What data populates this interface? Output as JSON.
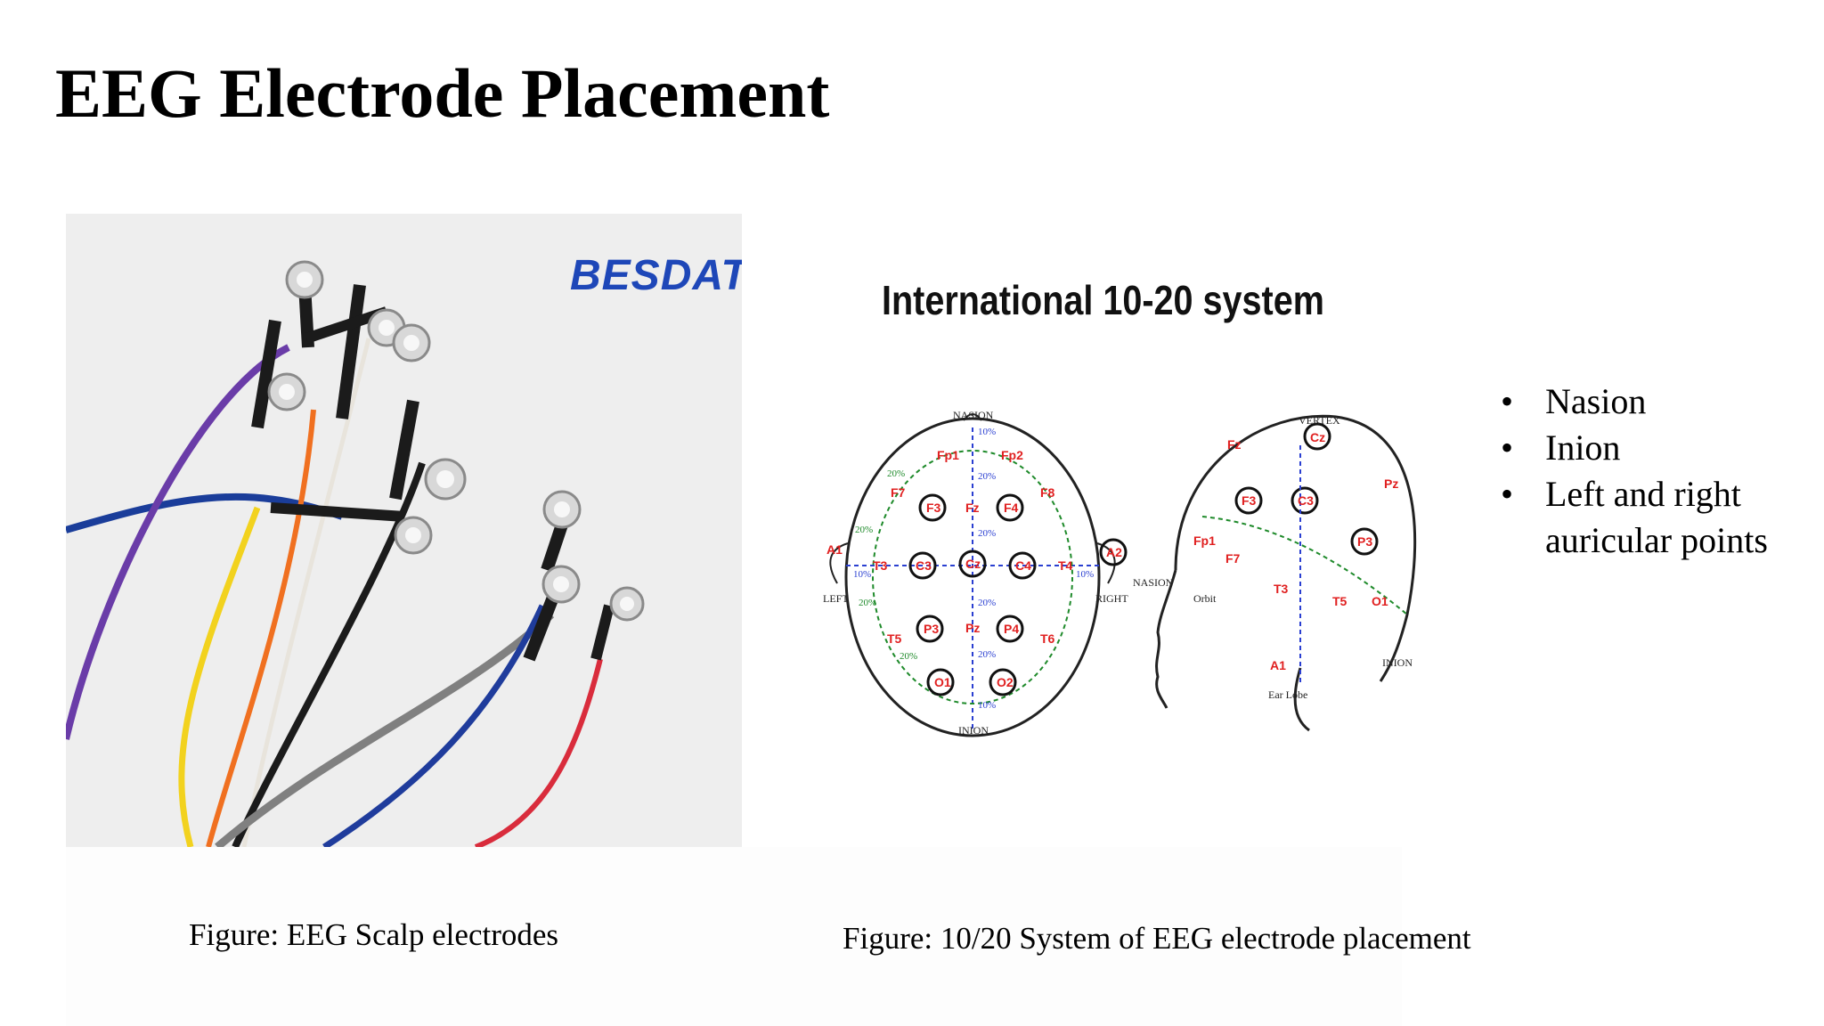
{
  "slide": {
    "title": "EEG Electrode Placement"
  },
  "photo": {
    "brand": "BESDATA"
  },
  "diagram": {
    "title": "International 10-20 system",
    "top_view": {
      "labels": {
        "nasion": "NASION",
        "inion": "INION",
        "left": "LEFT",
        "right": "RIGHT"
      },
      "electrodes": [
        "Fp1",
        "Fp2",
        "F7",
        "F3",
        "Fz",
        "F4",
        "F8",
        "T3",
        "C3",
        "Cz",
        "C4",
        "T4",
        "T5",
        "P3",
        "Pz",
        "P4",
        "T6",
        "O1",
        "O2",
        "A1",
        "A2"
      ],
      "percentages": [
        "10%",
        "20%"
      ]
    },
    "side_view": {
      "labels": {
        "vertex": "VERTEX",
        "nasion": "NASION",
        "inion": "INION",
        "orbit": "Orbit",
        "ear_lobe": "Ear Lobe"
      },
      "electrodes": [
        "Cz",
        "Fz",
        "Pz",
        "F3",
        "C3",
        "P3",
        "Fp1",
        "F7",
        "T3",
        "T5",
        "O1",
        "A1"
      ]
    }
  },
  "bullets": [
    "Nasion",
    "Inion",
    "Left and right auricular points"
  ],
  "captions": {
    "left": "Figure: EEG Scalp electrodes",
    "right": "Figure: 10/20  System of EEG electrode placement"
  },
  "colors": {
    "electrode_red": "#e02020",
    "percent_blue": "#2a3fd1",
    "percent_green": "#1e8a2a",
    "brand_blue": "#1e47b8"
  }
}
